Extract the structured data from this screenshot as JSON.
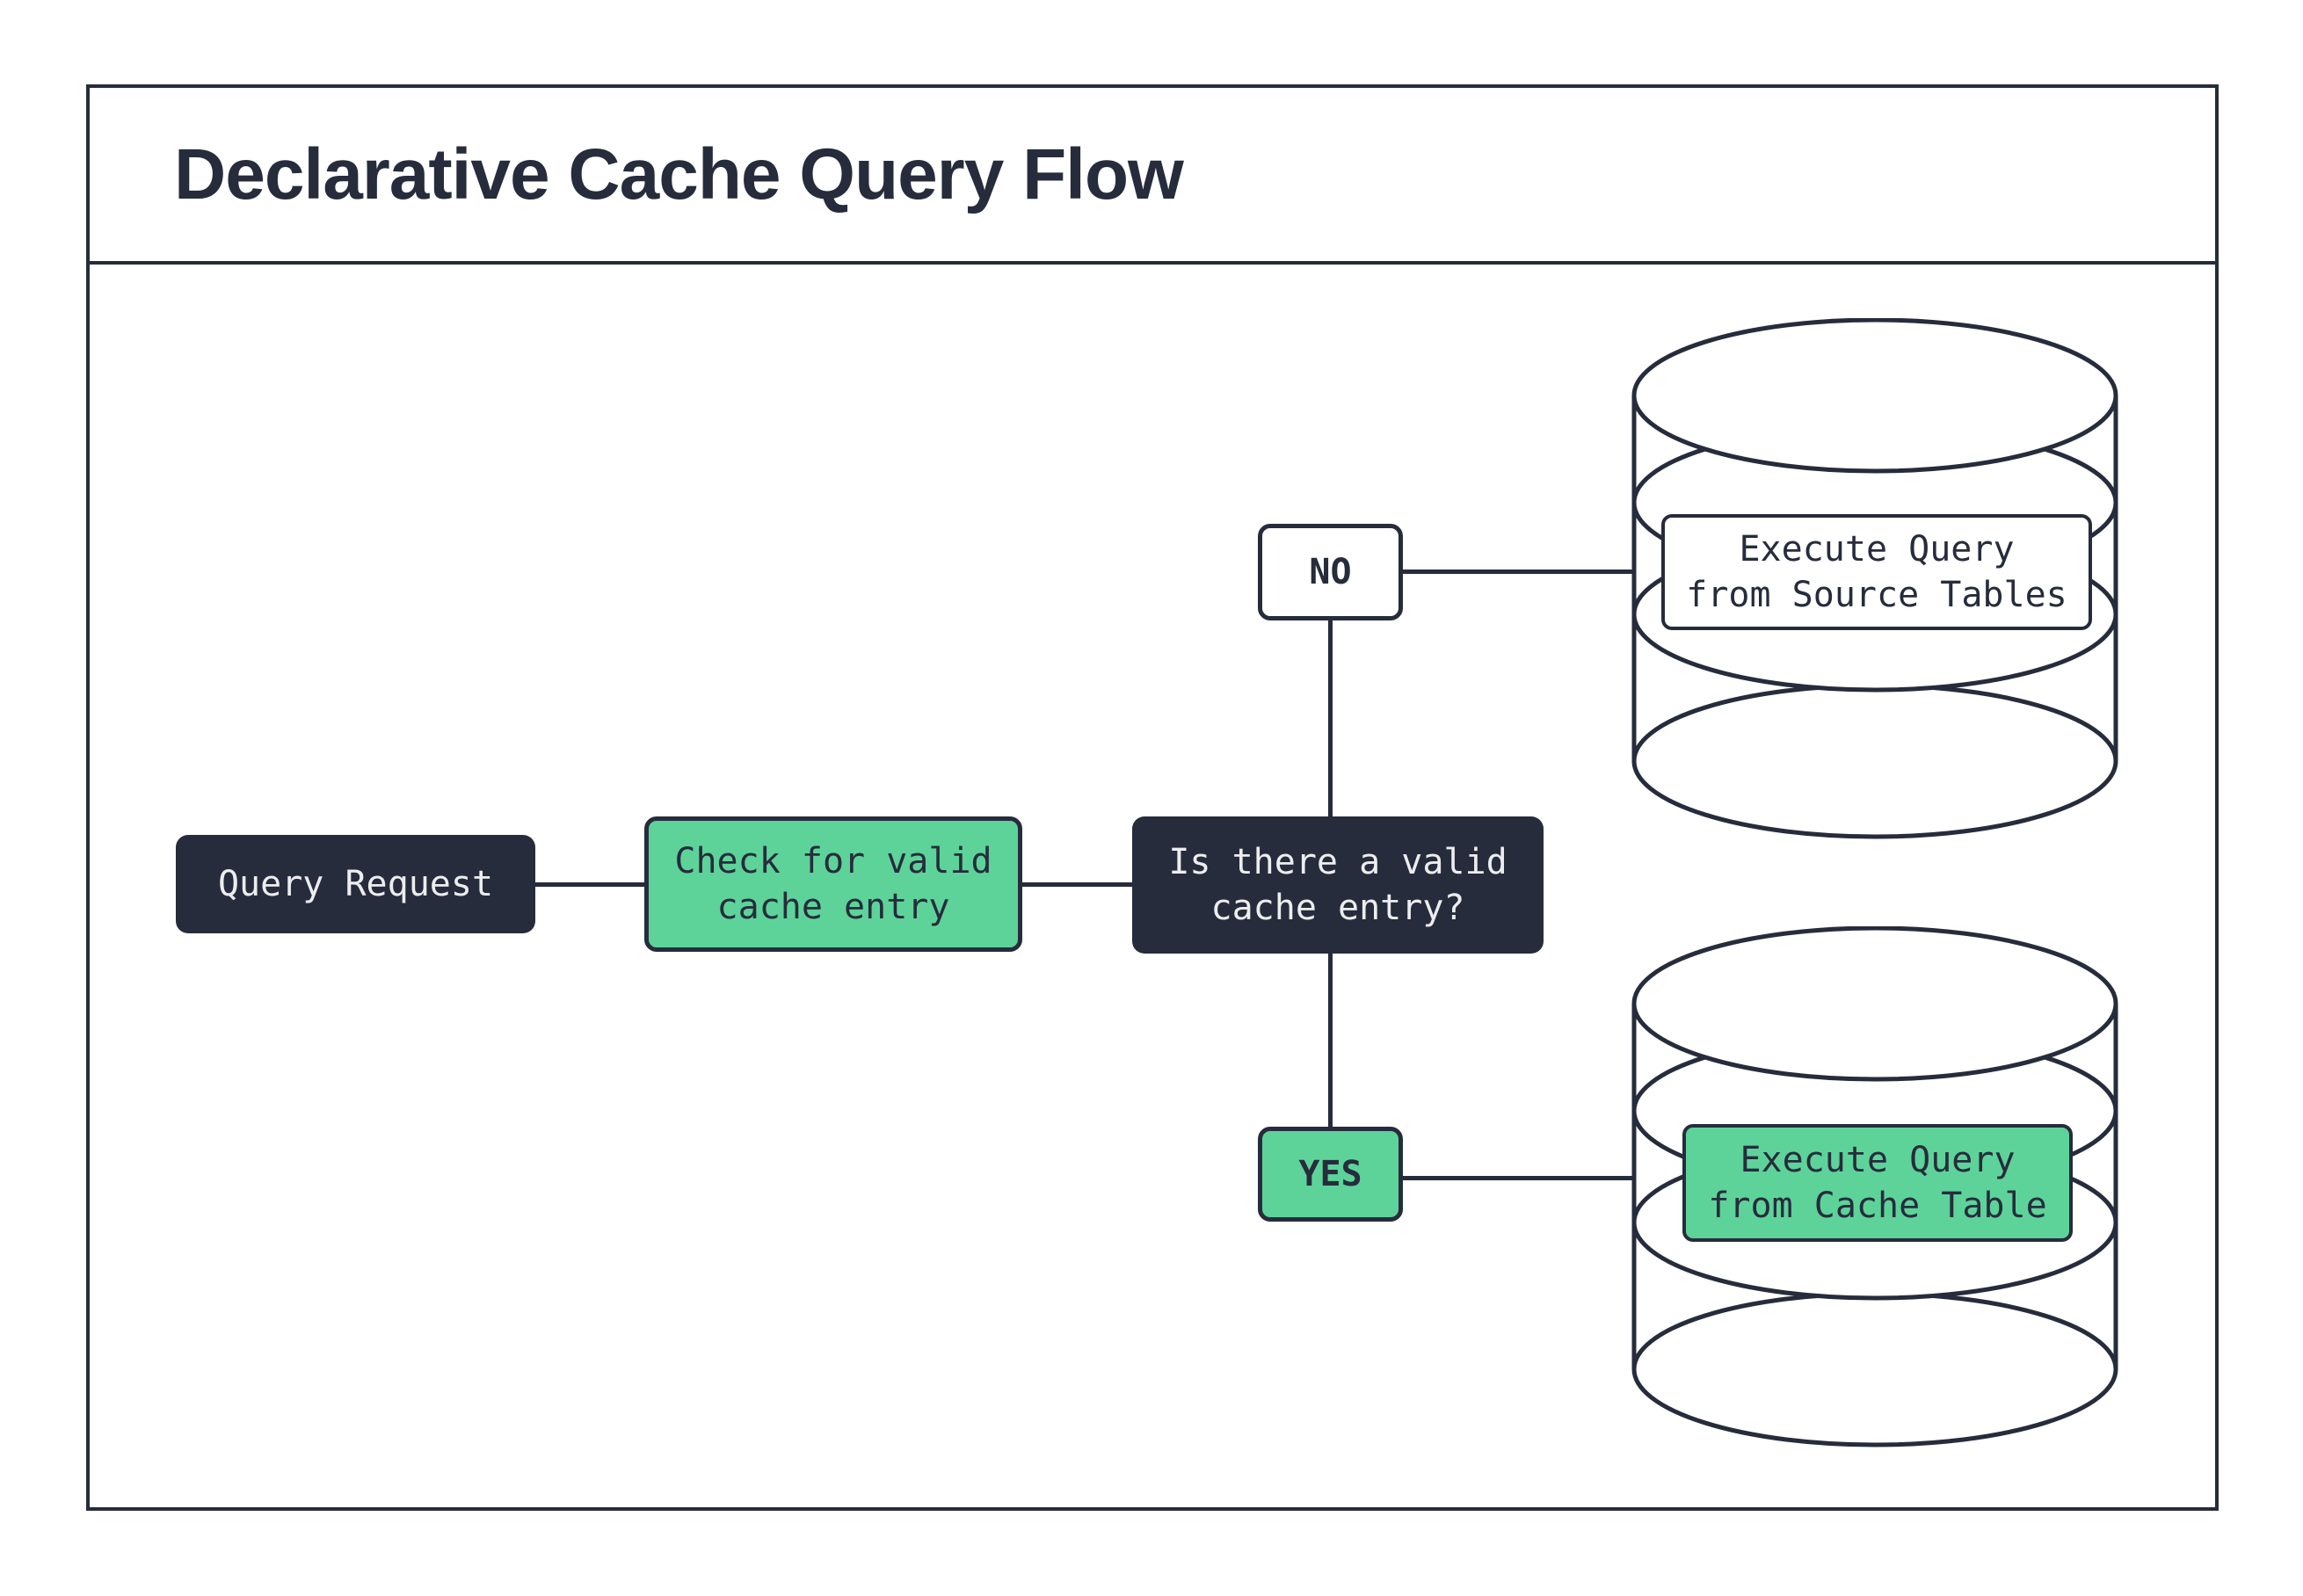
{
  "diagram": {
    "title": "Declarative Cache Query Flow",
    "nodes": {
      "query_request": {
        "label": "Query Request"
      },
      "check_cache": {
        "lines": [
          "Check for valid",
          "cache entry"
        ]
      },
      "decision": {
        "lines": [
          "Is there a valid",
          "cache entry?"
        ]
      },
      "no": {
        "label": "NO"
      },
      "yes": {
        "label": "YES"
      },
      "source_db": {
        "lines": [
          "Execute Query",
          "from Source Tables"
        ]
      },
      "cache_db": {
        "lines": [
          "Execute Query",
          "from Cache Table"
        ]
      }
    },
    "colors": {
      "dark_navy": "#272c3c",
      "mint_green": "#5dd39a",
      "light_text": "#ecedef",
      "white": "#ffffff"
    }
  }
}
